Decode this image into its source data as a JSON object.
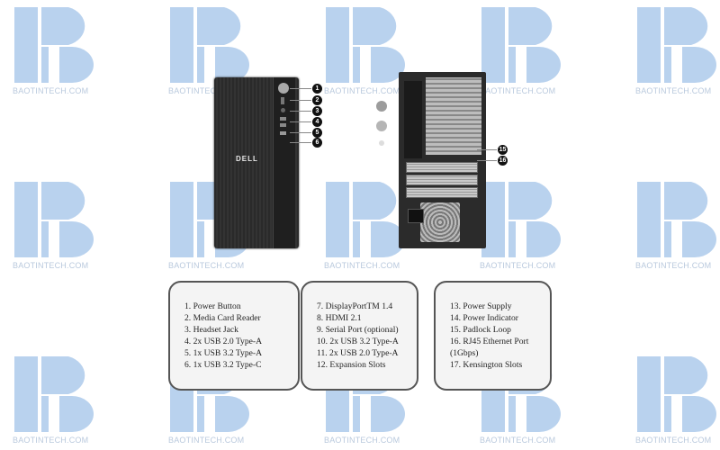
{
  "watermark": {
    "text": "BAOTINTECH.COM",
    "color": "#b9d2ee"
  },
  "front_callouts": [
    "1",
    "2",
    "3",
    "4",
    "5",
    "6"
  ],
  "rear_callouts": [
    "15",
    "16"
  ],
  "front_logo": "DELL",
  "legend": {
    "box1": [
      "1. Power Button",
      "2. Media Card Reader",
      "3. Headset Jack",
      "4. 2x USB 2.0 Type-A",
      "5. 1x USB 3.2 Type-A",
      "6. 1x USB 3.2 Type-C"
    ],
    "box2": [
      "7. DisplayPortTM 1.4",
      "8. HDMI 2.1",
      "9. Serial Port (optional)",
      "10. 2x USB 3.2 Type-A",
      "11. 2x USB 2.0 Type-A",
      "12. Expansion Slots"
    ],
    "box3": [
      "13. Power Supply",
      "14. Power Indicator",
      "15. Padlock Loop",
      "16. RJ45 Ethernet Port",
      "(1Gbps)",
      "17. Kensington Slots"
    ]
  }
}
